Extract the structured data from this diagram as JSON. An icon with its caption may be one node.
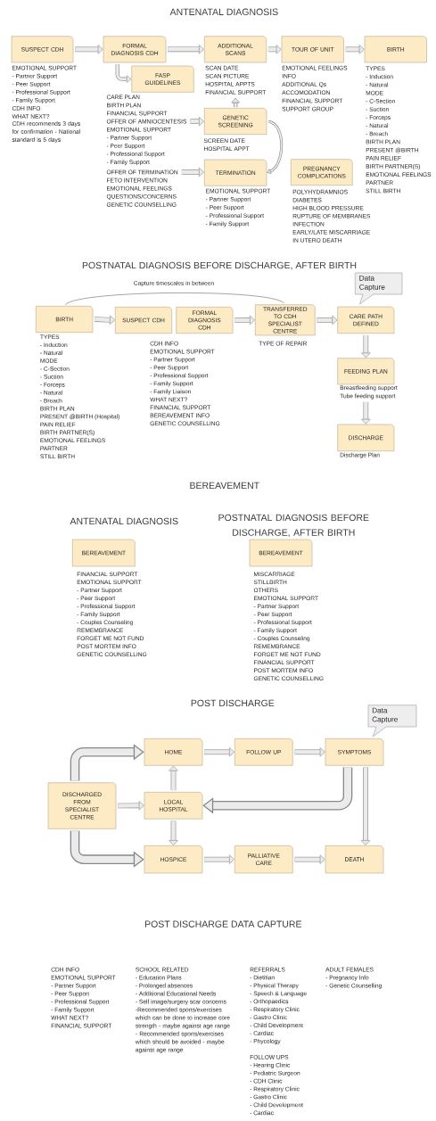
{
  "diagram": {
    "nodes": [
      {
        "text": [
          "SUSPECT CDH"
        ],
        "beside": [
          "EMOTIONAL SUPPORT",
          "- Partner Support",
          "- Peer Support",
          "- Professional Support",
          "- Family Support",
          "CDH INFO",
          "WHAT NEXT?",
          "CDH recommends 3 days for confirmation - National standard is 5 days"
        ]
      },
      {
        "text": [
          "FORMAL DIAGNOSIS CDH"
        ],
        "beside": [
          "CARE PLAN",
          "BIRTH PLAN",
          "FINANCIAL SUPPORT",
          "EMOTIONAL SUPPORT",
          "- Partner Support",
          "- Peer Support",
          "- Professional Support",
          "- Family Support",
          "FETO INTERVENTION",
          "EMOTIONAL FEELINGS",
          "QUESTIONS/CONCERNS",
          "GENETIC COUNSELLING"
        ]
      },
      {
        "text": [
          "ADDITIONAL SCANS"
        ],
        "beside": [
          "SCAN DATE",
          "SCAN PICTURE",
          "HOSPITAL APPTS",
          "FINANCIAL SUPPORT"
        ]
      },
      {
        "text": [
          "TOUR OF UNIT"
        ],
        "beside": [
          "EMOTIONAL FEELINGS",
          "INFO",
          "ADDITIONAL Qs",
          "ACCOMODATION",
          "FINANCIAL SUPPORT",
          "SUPPORT GROUP"
        ]
      },
      {
        "text": [
          "BIRTH"
        ],
        "beside": [
          "TYPES",
          "- Induction",
          "- Natural",
          "MODE",
          "- C-Section",
          "- Suction",
          "- Forceps",
          "- Natural",
          "- Breach",
          "BIRTH PLAN",
          "PRESENT @BIRTH",
          "PAIN RELIEF",
          "BIRTH PARTNER(S)",
          "EMOTIONAL FEELINGS",
          "PARTNER",
          "STILL BIRTH"
        ]
      },
      {
        "text": [
          "FASP GUIDELINES"
        ]
      },
      {
        "text": [
          "OFFER OF AMNIOCENTESIS"
        ]
      },
      {
        "text": [
          "GENETIC SCREENING"
        ],
        "beside": [
          "SCREEN DATE",
          "HOSPITAL APPT"
        ]
      },
      {
        "text": [
          "OFFER OF TERMINATION"
        ]
      },
      {
        "text": [
          "TERMINATION"
        ],
        "beside": [
          "EMOTIONAL SUPPORT",
          "- Partner Support",
          "- Peer Support",
          "- Professional Support",
          "- Family Support"
        ]
      },
      {
        "text": [
          "PREGNANCY COMPLICATIONS"
        ],
        "beside": [
          "POLYHYDRAMNIOS",
          "DIABETES",
          "HIGH BLOOD PRESSURE",
          "RUPTURE OF MEMBRANES",
          "INFECTION",
          "EARLY/LATE MISCARRIAGE",
          "IN UTERO DEATH"
        ]
      },
      {
        "text": [
          "BIRTH"
        ],
        "beside": [
          "TYPES",
          "- Induction",
          "- Natural",
          "MODE",
          "- C-Section",
          "- Suction",
          "- Forceps",
          "- Natural",
          "- Breach",
          "BIRTH PLAN",
          "PRESENT @BIRTH (Hospital)",
          "PAIN RELIEF",
          "BIRTH PARTNER(S)",
          "EMOTIONAL FEELINGS",
          "PARTNER",
          "STILL BIRTH"
        ]
      },
      {
        "text": [
          "SUSPECT CDH"
        ],
        "beside": [
          "CDH INFO",
          "EMOTIONAL SUPPORT",
          "- Partner Support",
          "- Peer Support",
          "- Professional Support",
          "- Family Support",
          "- Family Liaison",
          "WHAT NEXT?",
          "FINANCIAL SUPPORT",
          "BEREAVEMENT INFO",
          "GENETIC COUNSELLING"
        ]
      },
      {
        "text": [
          "FORMAL DIAGNOSIS CDH"
        ]
      },
      {
        "text": [
          "TRANSFERRED TO CDH SPECIALIST CENTRE"
        ],
        "beside": [
          "TYPE OF REPAIR"
        ]
      },
      {
        "text": [
          "CARE PATH DEFINED"
        ]
      },
      {
        "text": [
          "Data Capture"
        ]
      },
      {
        "text": [
          "FEEDING PLAN"
        ],
        "beside": [
          "Breastfeeding support",
          "Tube feeding support"
        ]
      },
      {
        "text": [
          "DISCHARGE"
        ],
        "beside": [
          "Discharge Plan"
        ]
      },
      {
        "text": [
          "BEREAVEMENT"
        ],
        "beside": [
          "FINANCIAL SUPPORT",
          "EMOTIONAL SUPPORT",
          "- Partner Support",
          "- Peer Support",
          "- Professional Support",
          "- Family Support",
          "- Couples Counseling",
          "REMEMBRANCE",
          "FORGET ME NOT FUND",
          "POST MORTEM INFO",
          "GENETIC COUNSELLING"
        ]
      },
      {
        "text": [
          "BEREAVEMENT"
        ],
        "beside": [
          "MISCARRIAGE",
          "STILLBIRTH",
          "OTHERS",
          "EMOTIONAL SUPPORT",
          "- Partner Support",
          "- Peer Support",
          "- Professional Support",
          "- Family Support",
          "- Couples Counseling",
          "REMEMBRANCE",
          "FORGET ME NOT FUND",
          "FINANCIAL SUPPORT",
          "POST MORTEM INFO",
          "GENETIC COUNSELLING"
        ]
      },
      {
        "text": [
          "HOME"
        ]
      },
      {
        "text": [
          "FOLLOW UP"
        ]
      },
      {
        "text": [
          "SYMPTOMS"
        ]
      },
      {
        "text": [
          "Data Capture"
        ]
      },
      {
        "text": [
          "DISCHARGED FROM SPECIALIST CENTRE"
        ]
      },
      {
        "text": [
          "LOCAL HOSPITAL"
        ]
      },
      {
        "text": [
          "HOSPICE"
        ]
      },
      {
        "text": [
          "PALLIATIVE CARE"
        ]
      },
      {
        "text": [
          "DEATH"
        ]
      }
    ],
    "edges": [
      {
        "from": 0,
        "to": 1,
        "arrow": "to"
      },
      {
        "from": 1,
        "to": 2,
        "arrow": "to"
      },
      {
        "from": 2,
        "to": 3,
        "arrow": "to"
      },
      {
        "from": 3,
        "to": 4,
        "arrow": "to"
      },
      {
        "from": 1,
        "to": 5,
        "arrow": "to"
      },
      {
        "from": 6,
        "to": 7,
        "arrow": "to"
      },
      {
        "from": 7,
        "to": 2,
        "arrow": "to"
      },
      {
        "from": 7,
        "to": 9,
        "arrow": "to"
      },
      {
        "from": 8,
        "to": 9,
        "arrow": "to"
      },
      {
        "from": 11,
        "to": 12,
        "arrow": "to"
      },
      {
        "from": 13,
        "to": 14,
        "arrow": "to"
      },
      {
        "from": 14,
        "to": 15,
        "arrow": "to"
      },
      {
        "from": 15,
        "to": 17,
        "arrow": "to"
      },
      {
        "from": 17,
        "to": 18,
        "arrow": "to"
      },
      {
        "from": 11,
        "to": 14,
        "arrow": "none",
        "label": "Capture timescales in between",
        "color": "#666666"
      },
      {
        "from": 25,
        "to": 21,
        "arrow": "to",
        "style": "thick"
      },
      {
        "from": 25,
        "to": 26,
        "arrow": "to"
      },
      {
        "from": 25,
        "to": 27,
        "arrow": "to",
        "style": "thick"
      },
      {
        "from": 26,
        "to": 21,
        "arrow": "to"
      },
      {
        "from": 26,
        "to": 27,
        "arrow": "to"
      },
      {
        "from": 21,
        "to": 22,
        "arrow": "to"
      },
      {
        "from": 22,
        "to": 23,
        "arrow": "to"
      },
      {
        "from": 23,
        "to": 26,
        "arrow": "to",
        "style": "thick"
      },
      {
        "from": 23,
        "to": 29,
        "arrow": "to"
      },
      {
        "from": 27,
        "to": 28,
        "arrow": "to"
      },
      {
        "from": 28,
        "to": 29,
        "arrow": "to"
      }
    ],
    "labels": [
      "ANTENATAL DIAGNOSIS",
      "POSTNATAL DIAGNOSIS BEFORE DISCHARGE, AFTER BIRTH",
      "BEREAVEMENT",
      "ANTENATAL DIAGNOSIS",
      "POSTNATAL DIAGNOSIS BEFORE DISCHARGE, AFTER BIRTH",
      "POST DISCHARGE",
      "POST DISCHARGE DATA CAPTURE",
      "CDH INFO",
      "EMOTIONAL SUPPORT",
      "- Partner Support",
      "- Peer Support",
      "- Professional Support",
      "- Family Support",
      "WHAT NEXT?",
      "FINANCIAL SUPPORT",
      "SCHOOL RELATED",
      "- Education Plans",
      "- Prolonged absences",
      "- Additional Educational Needs",
      "- Self image/surgery scar concerns",
      "-Recommended sports/exercises which can be done to increase core strength - maybe against age range",
      "- Recommended sports/exercises which should be avoided - maybe against age range",
      "REFERRALS",
      "- Dietitian",
      "- Physical Therapy",
      "- Speech & Language",
      "- Orthopaedics",
      "- Respiratory Clinic",
      "- Gastro Clinic",
      "- Child Development",
      "- Cardiac",
      "- Phycology",
      "FOLLOW UPS",
      "- Hearing Clinic",
      "- Pediatric Surgeon",
      "- CDH Clinic",
      "- Respiratory Clinic",
      "- Gastro Clinic",
      "- Child Development",
      "- Cardiac",
      "ADULT FEMALES",
      "- Pregnancy Info",
      "- Genetic Counselling"
    ]
  }
}
